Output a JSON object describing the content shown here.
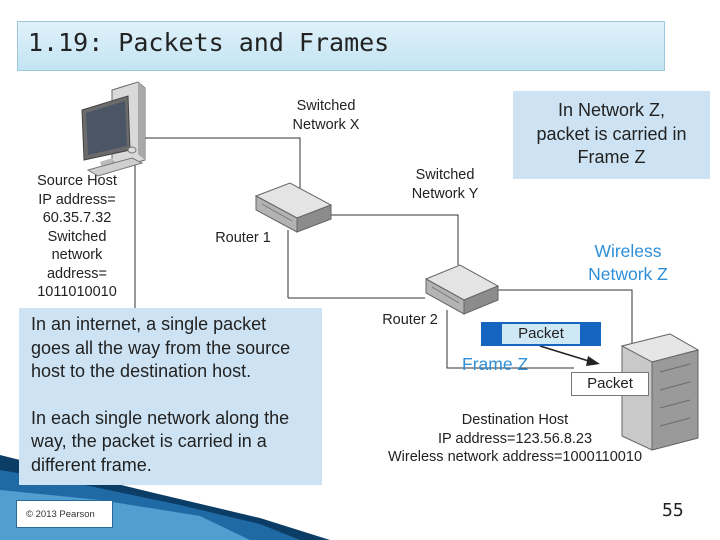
{
  "slide": {
    "title": "1.19: Packets and Frames",
    "page_number": "55",
    "copyright": "© 2013 Pearson"
  },
  "networks": {
    "switched_x": [
      "Switched",
      "Network X"
    ],
    "switched_y": [
      "Switched",
      "Network Y"
    ],
    "wireless_z": [
      "Wireless",
      "Network Z"
    ]
  },
  "routers": {
    "router1": "Router 1",
    "router2": "Router 2"
  },
  "source_host": [
    "Source Host",
    "IP address=",
    "60.35.7.32",
    "Switched",
    "network",
    "address=",
    "1011010010"
  ],
  "destination_host": [
    "Destination Host",
    "IP address=123.56.8.23",
    "Wireless network address=1000110010"
  ],
  "callouts": {
    "frame_z_note": [
      "In Network Z,",
      "packet is carried in",
      "Frame Z"
    ],
    "internet_note": [
      "In an internet, a single packet",
      "goes all the way from the source",
      "host to the destination host.",
      "In each single network along the",
      "way, the packet is carried in a",
      "different frame."
    ]
  },
  "frame": {
    "frame_label": "Frame Z",
    "packet_in_frame": "Packet",
    "packet_at_destination": "Packet"
  },
  "colors": {
    "title_bg": "#cde8f5",
    "callout_bg": "#cde3f3",
    "frame_blue": "#1565c0",
    "wireless_text": "#2f8fd8",
    "footer_dark_blue": "#0b3d66"
  }
}
